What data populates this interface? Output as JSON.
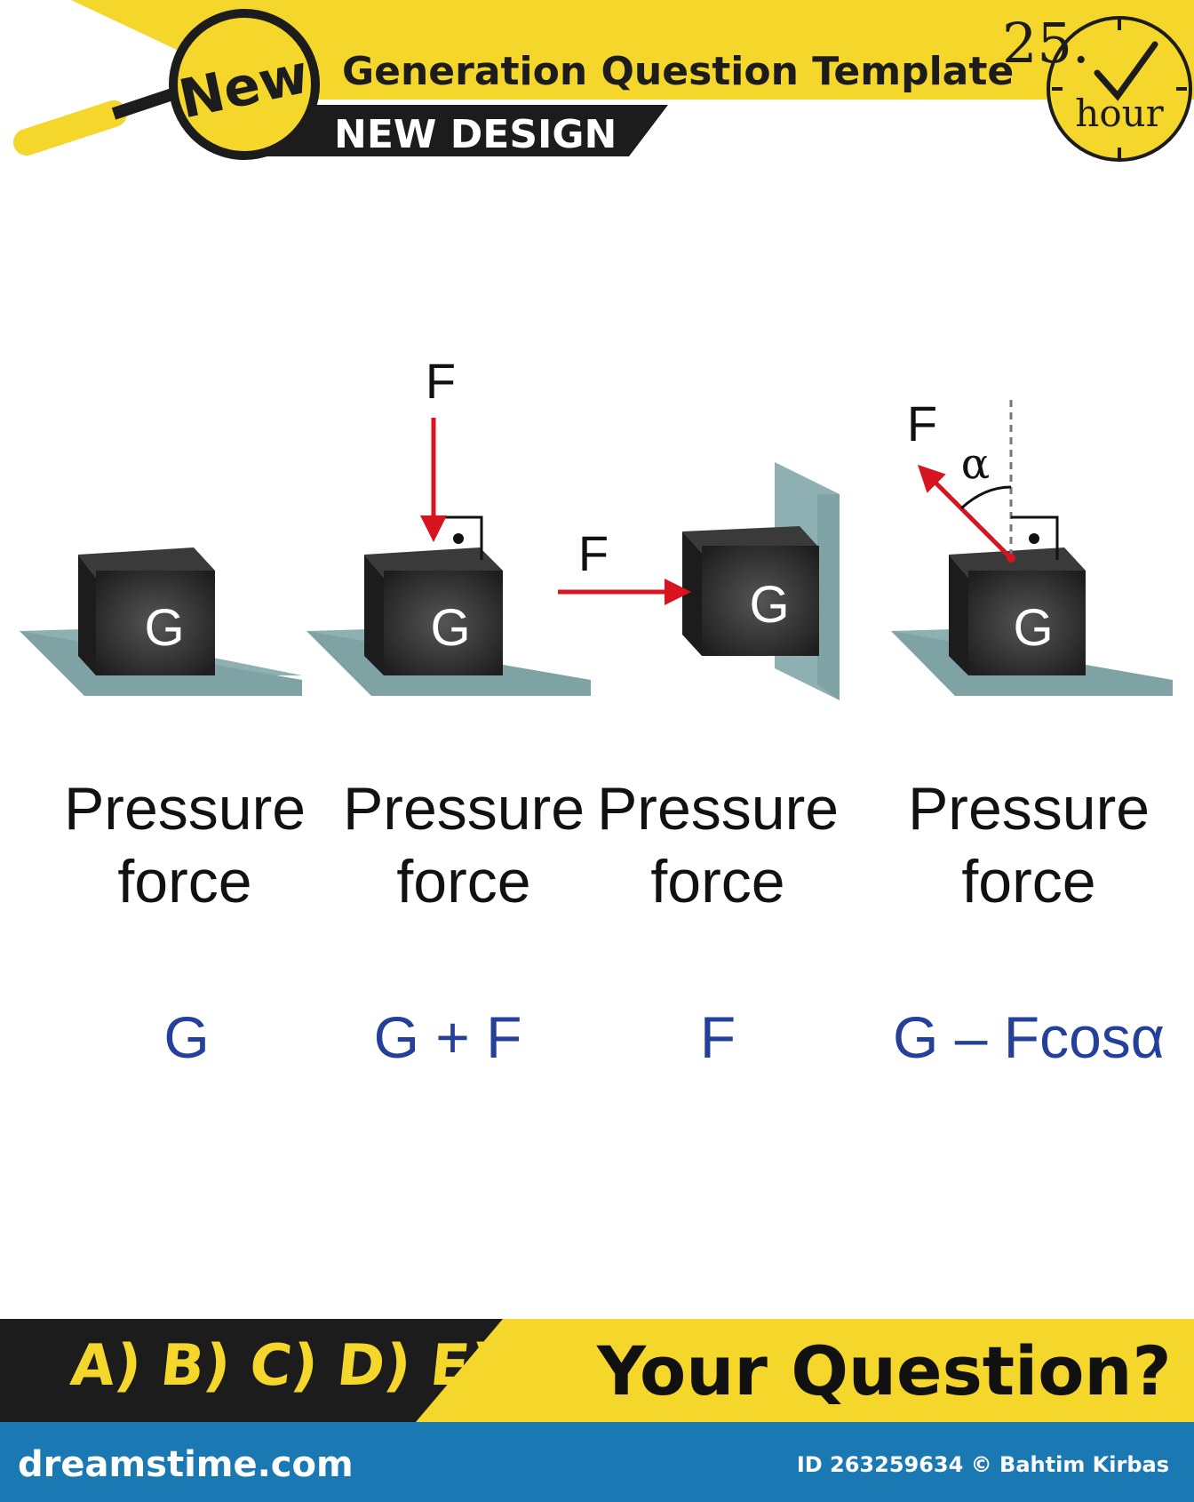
{
  "header": {
    "badge": "New",
    "title": "Generation Question Template",
    "subtitle": "NEW DESIGN",
    "clock_number": "25.",
    "clock_unit": "hour",
    "yellow": "#f5d62a",
    "dark": "#1c1c1c"
  },
  "diagram": {
    "block_label": "G",
    "force_label": "F",
    "angle_label": "α",
    "arrow_color": "#d7141f",
    "surface_color": "#8fb0b3",
    "block_color": "#2b2b2b"
  },
  "cases": [
    {
      "label_line1": "Pressure",
      "label_line2": "force",
      "formula": "G"
    },
    {
      "label_line1": "Pressure",
      "label_line2": "force",
      "formula": "G + F"
    },
    {
      "label_line1": "Pressure",
      "label_line2": "force",
      "formula": "F"
    },
    {
      "label_line1": "Pressure",
      "label_line2": "force",
      "formula": "G – Fcosα"
    }
  ],
  "footer_band": {
    "choices": "A) B) C) D) E)",
    "question": "Your Question?"
  },
  "footer": {
    "site": "dreamstime.com",
    "credit": "ID 263259634 © Bahtim Kirbas",
    "color": "#1a78b2"
  }
}
